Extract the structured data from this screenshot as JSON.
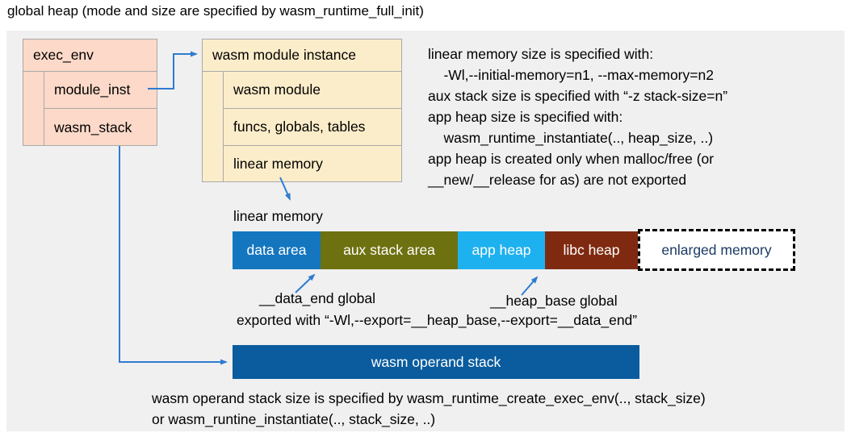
{
  "title": "global heap (mode and size are specified by wasm_runtime_full_init)",
  "exec_env": {
    "title": "exec_env",
    "rows": [
      "module_inst",
      "wasm_stack"
    ]
  },
  "module_instance": {
    "title": "wasm module instance",
    "rows": [
      "wasm module",
      "funcs, globals, tables",
      "linear memory"
    ]
  },
  "notes_right": {
    "lines": [
      "linear memory size is specified with:",
      "    -Wl,--initial-memory=n1, --max-memory=n2",
      "aux stack size is specified with “-z stack-size=n”",
      "app heap size is specified with:",
      "    wasm_runtime_instantiate(.., heap_size, ..)",
      "app heap is created only when malloc/free (or",
      "__new/__release for as) are not exported"
    ]
  },
  "linear_memory": {
    "label": "linear memory",
    "segments": [
      {
        "label": "data area",
        "color": "#1476bf",
        "width": 109
      },
      {
        "label": "aux stack area",
        "color": "#6e7110",
        "width": 170
      },
      {
        "label": "app heap",
        "color": "#1db1ef",
        "width": 108
      },
      {
        "label": "libc heap",
        "color": "#7f2a10",
        "width": 115
      }
    ],
    "enlarged": {
      "label": "enlarged memory",
      "text_color": "#1b3a64"
    }
  },
  "annotations": {
    "data_end": "__data_end global",
    "heap_base": "__heap_base global",
    "exported": "exported with “-Wl,--export=__heap_base,--export=__data_end”"
  },
  "operand_stack": {
    "label": "wasm operand stack",
    "color": "#0a5c9e"
  },
  "notes_bottom": {
    "lines": [
      "wasm operand stack size is specified by wasm_runtime_create_exec_env(.., stack_size)",
      "or wasm_runtine_instantiate(.., stack_size, ..)"
    ]
  },
  "colors": {
    "panel_bg": "#f0f0f1",
    "exec_env_fill": "#fcd9c8",
    "module_instance_fill": "#fcedca",
    "arrow": "#2e7cd0",
    "box_border": "#a9a9a9"
  }
}
